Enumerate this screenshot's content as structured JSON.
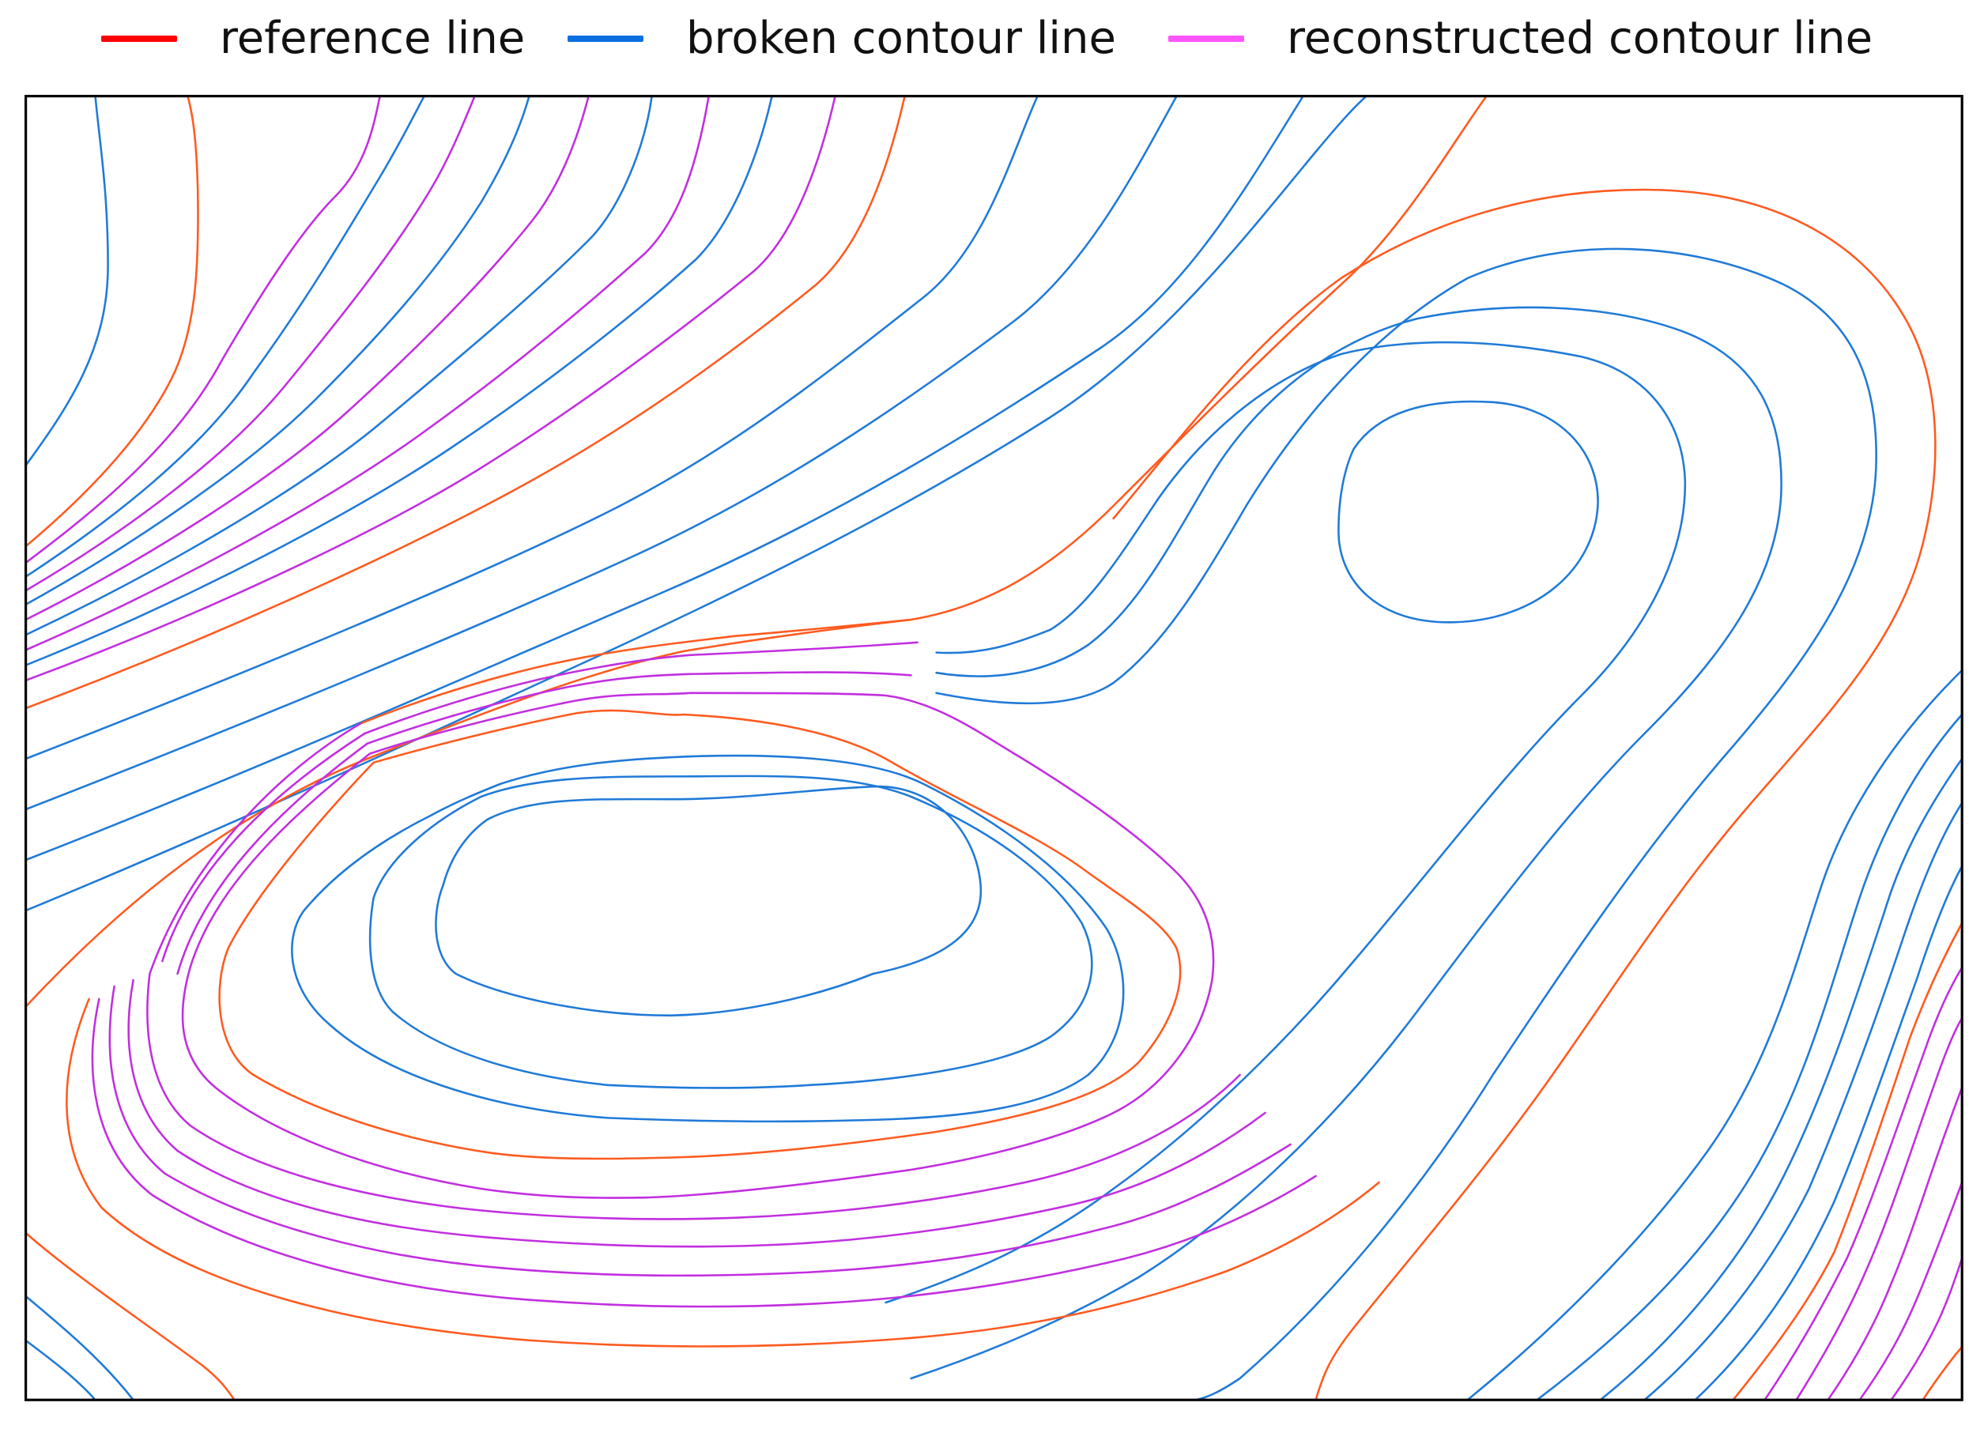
{
  "legend": {
    "items": [
      {
        "label": "reference line",
        "color": "#ff0000"
      },
      {
        "label": "broken contour line",
        "color": "#0a6fe0"
      },
      {
        "label": "reconstructed contour line",
        "color": "#ff55ff"
      }
    ]
  },
  "line_colors": {
    "reference": "#ff5a1f",
    "broken": "#1f7ad8",
    "reconstructed": "#c22ee0"
  }
}
